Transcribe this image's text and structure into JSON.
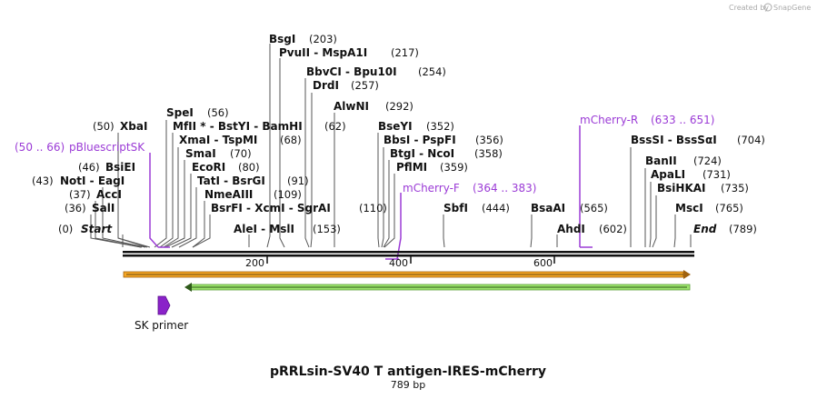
{
  "credit": {
    "created_by": "Created by",
    "brand": "SnapGene"
  },
  "map": {
    "title": "pRRLsin-SV40 T antigen-IRES-mCherry",
    "length_label": "789 bp",
    "start_label": "Start",
    "start_pos": "(0)",
    "end_label": "End",
    "end_pos": "(789)",
    "ticks": [
      "200",
      "400",
      "600"
    ],
    "sites": [
      {
        "pos": "(203)",
        "name": "BsgI"
      },
      {
        "name": "PvuII  - MspA1I",
        "pos": "(217)"
      },
      {
        "name": "BbvCI  - Bpu10I",
        "pos": "(254)"
      },
      {
        "name": "DrdI",
        "pos": "(257)"
      },
      {
        "name": "AlwNI",
        "pos": "(292)"
      },
      {
        "pos": "(50)",
        "name": "XbaI"
      },
      {
        "name": "SpeI",
        "pos": "(56)"
      },
      {
        "name": "MfII * - BstYI  - BamHI",
        "pos": "(62)"
      },
      {
        "name": "XmaI  - TspMI",
        "pos": "(68)"
      },
      {
        "name": "SmaI",
        "pos": "(70)"
      },
      {
        "name": "EcoRI",
        "pos": "(80)"
      },
      {
        "name": "TatI  - BsrGI",
        "pos": "(91)"
      },
      {
        "name": "NmeAIII",
        "pos": "(109)"
      },
      {
        "name": "BsrFI  - XcmI  - SgrAI",
        "pos": "(110)"
      },
      {
        "name": "AleI  - MslI",
        "pos": "(153)"
      },
      {
        "pos": "(46)",
        "name": "BsiEI"
      },
      {
        "pos": "(43)",
        "name": "NotI  - EagI"
      },
      {
        "pos": "(37)",
        "name": "AccI"
      },
      {
        "pos": "(36)",
        "name": "SalI"
      },
      {
        "name": "BseYI",
        "pos": "(352)"
      },
      {
        "name": "BbsI  - PspFI",
        "pos": "(356)"
      },
      {
        "name": "BtgI  - NcoI",
        "pos": "(358)"
      },
      {
        "name": "PflMI",
        "pos": "(359)"
      },
      {
        "name": "SbfI",
        "pos": "(444)"
      },
      {
        "name": "BsaAI",
        "pos": "(565)"
      },
      {
        "name": "AhdI",
        "pos": "(602)"
      },
      {
        "name": "BssSI  - BssSαI",
        "pos": "(704)"
      },
      {
        "name": "BanII",
        "pos": "(724)"
      },
      {
        "name": "ApaLI",
        "pos": "(731)"
      },
      {
        "name": "BsiHKAI",
        "pos": "(735)"
      },
      {
        "name": "MscI",
        "pos": "(765)"
      }
    ],
    "primers": [
      {
        "name": "pBluescriptSK",
        "pos": "(50 .. 66)"
      },
      {
        "name": "mCherry-F",
        "pos": "(364 .. 383)"
      },
      {
        "name": "mCherry-R",
        "pos": "(633 .. 651)"
      }
    ],
    "features": [
      {
        "name": "SK primer"
      }
    ],
    "colors": {
      "primer": "#9b3bd6",
      "orange_feature": "#f5a623",
      "green_feature": "#9be36b",
      "sk_primer": "#8a22c9"
    }
  }
}
